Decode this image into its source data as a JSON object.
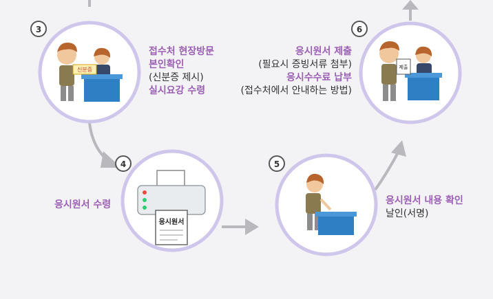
{
  "colors": {
    "purple_text": "#9b5fb4",
    "ring": "#cfc6ec",
    "arrow": "#b8b8bd",
    "desk": "#2f7fc4"
  },
  "steps": [
    {
      "number": "3",
      "lines": [
        "접수처 현장방문",
        "본인확인",
        "(신분증 제시)",
        "실시요강 수령"
      ],
      "badge": "신분증"
    },
    {
      "number": "4",
      "lines": [
        "응시원서 수령"
      ],
      "form_label": "응시원서"
    },
    {
      "number": "5",
      "lines": [
        "응시원서 내용 확인",
        "날인(서명)"
      ]
    },
    {
      "number": "6",
      "lines": [
        "응시원서 제출",
        "(필요시 증빙서류 첨부)",
        "응시수수료 납부",
        "(접수처에서 안내하는 방법)"
      ],
      "badge": "제출"
    }
  ]
}
